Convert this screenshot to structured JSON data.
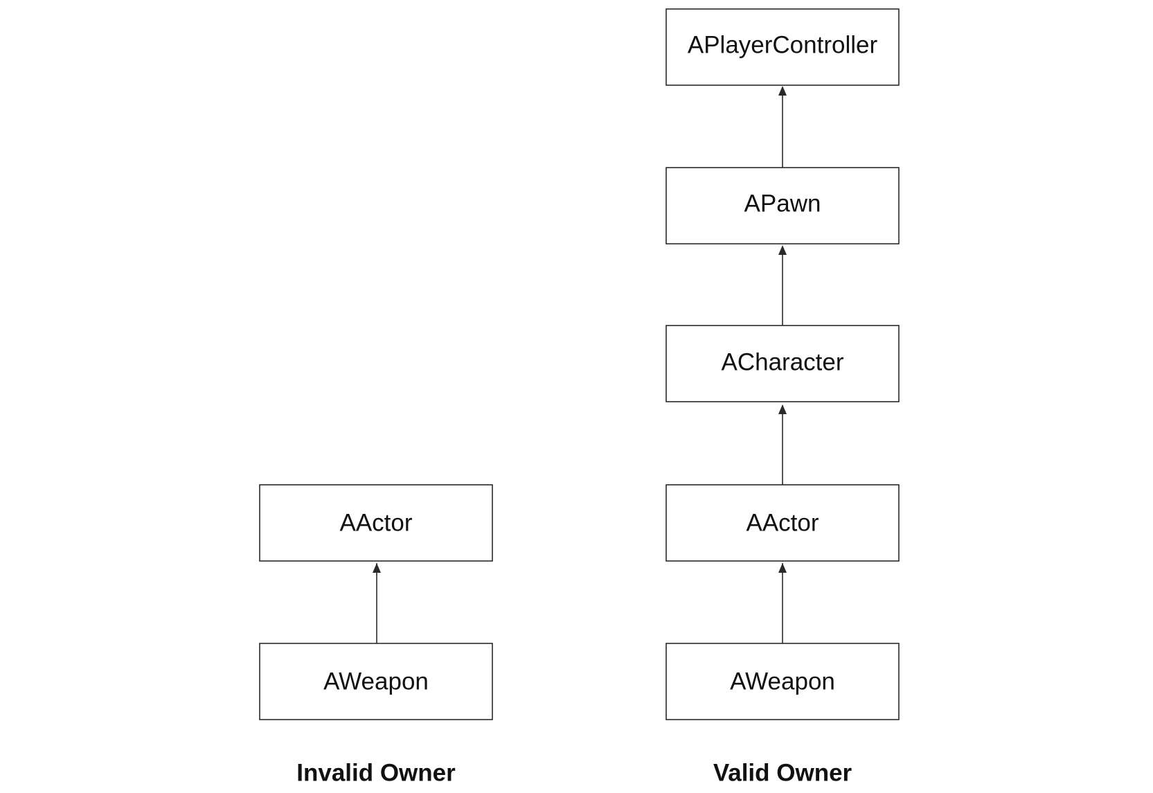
{
  "diagram": {
    "columns": [
      {
        "caption": "Invalid Owner",
        "nodes": [
          "AActor",
          "AWeapon"
        ]
      },
      {
        "caption": "Valid Owner",
        "nodes": [
          "APlayerController",
          "APawn",
          "ACharacter",
          "AActor",
          "AWeapon"
        ]
      }
    ],
    "colors": {
      "stroke": "#2a2a2a",
      "text": "#111111",
      "background": "#ffffff"
    }
  }
}
